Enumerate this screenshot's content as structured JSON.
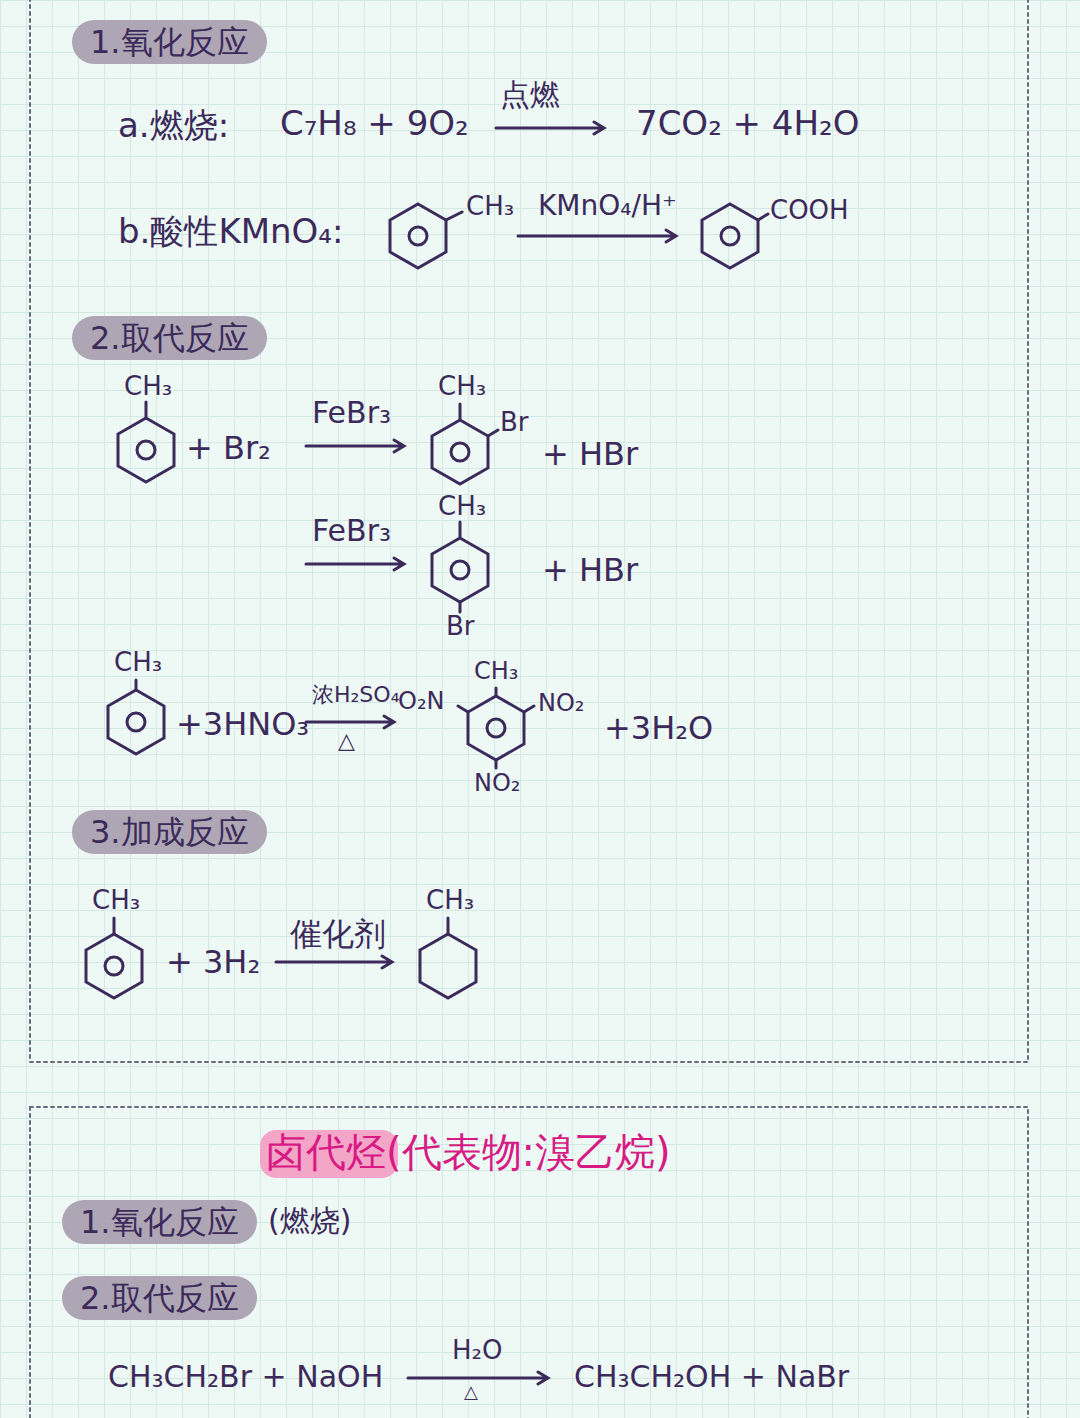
{
  "diagram": {
    "title": "卤代烃(代表物:溴乙烷)",
    "nodes": [
      {
        "text": [
          "1.氧化反应"
        ]
      },
      {
        "text": [
          "2.取代反应"
        ]
      },
      {
        "text": [
          "3.加成反应"
        ]
      },
      {
        "text": [
          "1.氧化反应"
        ]
      },
      {
        "text": [
          "2.取代反应"
        ]
      }
    ],
    "labels": [
      "a.燃烧:",
      "C₇H₈ + 9O₂",
      "点燃",
      "7CO₂ + 4H₂O",
      "b.酸性KMnO₄:",
      "CH₃",
      "KMnO₄/H⁺",
      "COOH",
      "CH₃",
      "+ Br₂",
      "FeBr₃",
      "CH₃",
      "Br",
      "+ HBr",
      "FeBr₃",
      "CH₃",
      "Br",
      "+ HBr",
      "CH₃",
      "+3HNO₃",
      "浓H₂SO₄",
      "△",
      "O₂N",
      "CH₃",
      "NO₂",
      "NO₂",
      "+3H₂O",
      "CH₃",
      "+ 3H₂",
      "催化剂",
      "CH₃",
      "(燃烧)",
      "CH₃CH₂Br + NaOH",
      "H₂O",
      "△",
      "CH₃CH₂OH + NaBr"
    ]
  }
}
